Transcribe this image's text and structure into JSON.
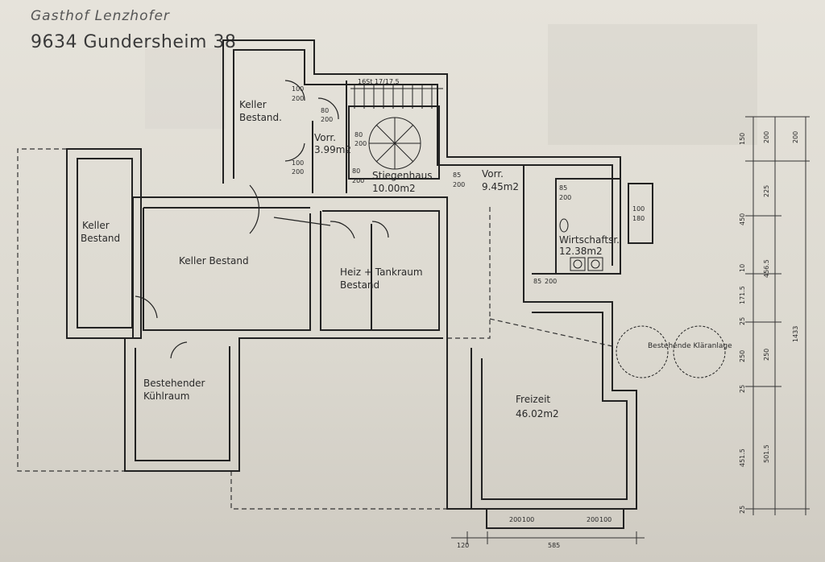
{
  "header": {
    "name": "Gasthof Lenzhofer",
    "address": "9634 Gundersheim 38"
  },
  "rooms": {
    "keller_top": [
      "Keller",
      "Bestand."
    ],
    "vorr_small": [
      "Vorr.",
      "3.99m2"
    ],
    "stiegenhaus": [
      "Stiegenhaus",
      "10.00m2"
    ],
    "vorr_right": [
      "Vorr.",
      "9.45m2"
    ],
    "wirtschaft": [
      "Wirtschaftsr.",
      "12.38m2"
    ],
    "keller_left": [
      "Keller",
      "Bestand"
    ],
    "keller_mid": "Keller Bestand",
    "heiz": [
      "Heiz + Tankraum",
      "Bestand"
    ],
    "kuehl": [
      "Bestehender",
      "Kühlraum"
    ],
    "freizeit": [
      "Freizeit",
      "46.02m2"
    ],
    "klaeranlage": "Bestehende Kläranlage"
  },
  "door_tags": {
    "d1": [
      "100",
      "200"
    ],
    "d2": [
      "100",
      "200"
    ],
    "d3": [
      "80",
      "200"
    ],
    "d4": [
      "80",
      "200"
    ],
    "d5": [
      "80",
      "200"
    ],
    "d6": [
      "85",
      "200"
    ],
    "d7": [
      "100",
      "180"
    ],
    "d8": [
      "85",
      "200"
    ],
    "d9": [
      "85",
      "200"
    ],
    "d10": [
      "200",
      "100"
    ],
    "d11": [
      "200",
      "100"
    ],
    "stair": "16St 17/17.5"
  },
  "dimensions": {
    "outer": [
      "150",
      "450",
      "10",
      "171.5",
      "25",
      "250",
      "25",
      "451.5",
      "25"
    ],
    "middle": [
      "200",
      "225",
      "456.5",
      "250",
      "501.5"
    ],
    "total": [
      "200",
      "1433"
    ],
    "bottom": [
      "120",
      "585"
    ]
  }
}
